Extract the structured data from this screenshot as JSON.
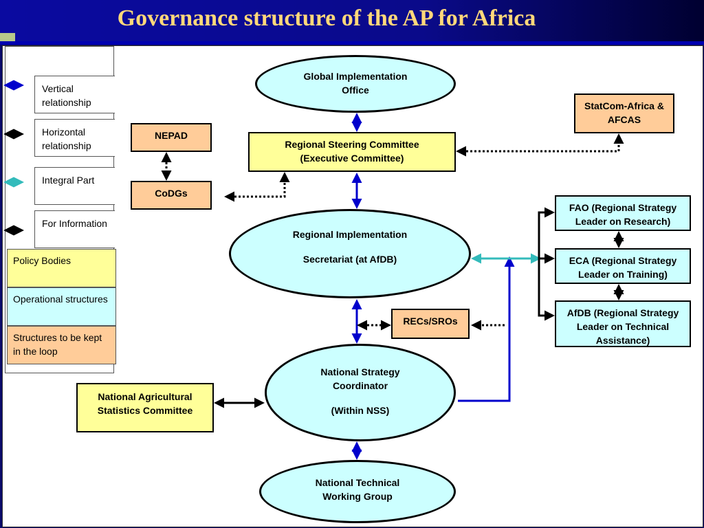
{
  "title": "Governance structure of the AP for Africa",
  "legend": [
    {
      "label": "Vertical relationship"
    },
    {
      "label": "Horizontal relationship"
    },
    {
      "label": "Integral Part"
    },
    {
      "label": "For Information"
    }
  ],
  "categories": [
    {
      "label": "Policy Bodies",
      "color": "#ffff99"
    },
    {
      "label": "Operational structures",
      "color": "#ccffff"
    },
    {
      "label": "Structures to be kept in the loop",
      "color": "#ffcc99"
    }
  ],
  "nodes": {
    "gio": {
      "line1": "Global Implementation",
      "line2": "Office"
    },
    "statcom": {
      "line1": "StatCom-Africa &",
      "line2": "AFCAS"
    },
    "nepad": {
      "label": "NEPAD"
    },
    "rsc": {
      "line1": "Regional Steering Committee",
      "line2": "(Executive Committee)"
    },
    "codgs": {
      "label": "CoDGs"
    },
    "fao": {
      "line1": "FAO (Regional Strategy",
      "line2": "Leader on Research)"
    },
    "ris": {
      "line1": "Regional Implementation",
      "line2": "Secretariat (at AfDB)"
    },
    "eca": {
      "line1": "ECA (Regional Strategy",
      "line2": "Leader on Training)"
    },
    "recs": {
      "label": "RECs/SROs"
    },
    "afdb": {
      "line1": "AfDB (Regional Strategy",
      "line2": "Leader on Technical",
      "line3": "Assistance)"
    },
    "nsc": {
      "line1": "National Strategy",
      "line2": "Coordinator",
      "line3": "(Within NSS)"
    },
    "nasc": {
      "line1": "National Agricultural",
      "line2": "Statistics Committee"
    },
    "ntwg": {
      "line1": "National Technical",
      "line2": "Working Group"
    }
  },
  "colors": {
    "vertical": "#0000cc",
    "horizontal": "#000000",
    "integral": "#33bbbb",
    "information": "#000000",
    "title": "#ffd87a"
  }
}
